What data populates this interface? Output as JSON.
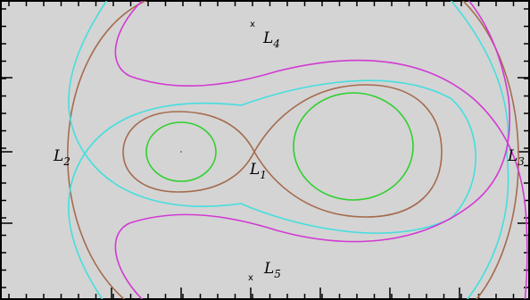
{
  "colors": {
    "background": "#d4d4d4",
    "frame": "#000000",
    "green": "#2ed02e",
    "brown": "#a56b4e",
    "cyan": "#45dede",
    "magenta": "#d23ad2"
  },
  "lagrange_points": {
    "L1": {
      "main": "L",
      "sub": "1"
    },
    "L2": {
      "main": "L",
      "sub": "2"
    },
    "L3": {
      "main": "L",
      "sub": "3"
    },
    "L4": {
      "main": "L",
      "sub": "4",
      "marker": "x"
    },
    "L5": {
      "main": "L",
      "sub": "5",
      "marker": "x"
    }
  },
  "curves": [
    {
      "name": "green-contour-small-lobe",
      "color": "green"
    },
    {
      "name": "green-contour-large-lobe",
      "color": "green"
    },
    {
      "name": "brown-figure-eight-contour",
      "color": "brown"
    },
    {
      "name": "brown-outer-arc-left",
      "color": "brown"
    },
    {
      "name": "brown-outer-arc-right",
      "color": "brown"
    },
    {
      "name": "cyan-inner-loop-contour",
      "color": "cyan"
    },
    {
      "name": "cyan-outer-contour",
      "color": "cyan"
    },
    {
      "name": "magenta-upper-contour",
      "color": "magenta"
    },
    {
      "name": "magenta-lower-contour",
      "color": "magenta"
    }
  ]
}
